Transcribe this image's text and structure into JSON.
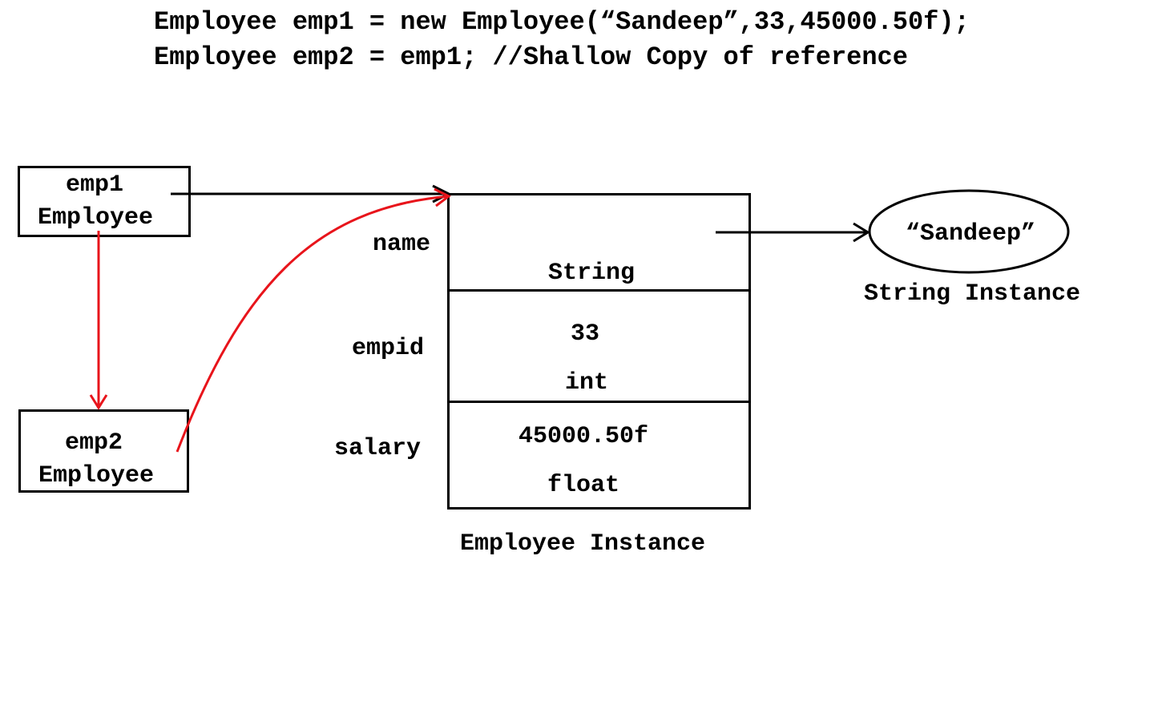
{
  "code": {
    "line1": "Employee emp1 = new Employee(“Sandeep”,33,45000.50f);",
    "line2": "Employee emp2 = emp1; //Shallow Copy of reference"
  },
  "references": {
    "emp1": {
      "var": "emp1",
      "type": "Employee"
    },
    "emp2": {
      "var": "emp2",
      "type": "Employee"
    }
  },
  "employee_instance": {
    "caption": "Employee Instance",
    "fields": [
      {
        "label": "name",
        "value": "",
        "type": "String"
      },
      {
        "label": "empid",
        "value": "33",
        "type": "int"
      },
      {
        "label": "salary",
        "value": "45000.50f",
        "type": "float"
      }
    ]
  },
  "string_instance": {
    "value": "“Sandeep”",
    "caption": "String Instance"
  },
  "colors": {
    "stroke": "#000000",
    "copy_arrow": "#e8141b",
    "background": "#ffffff"
  }
}
